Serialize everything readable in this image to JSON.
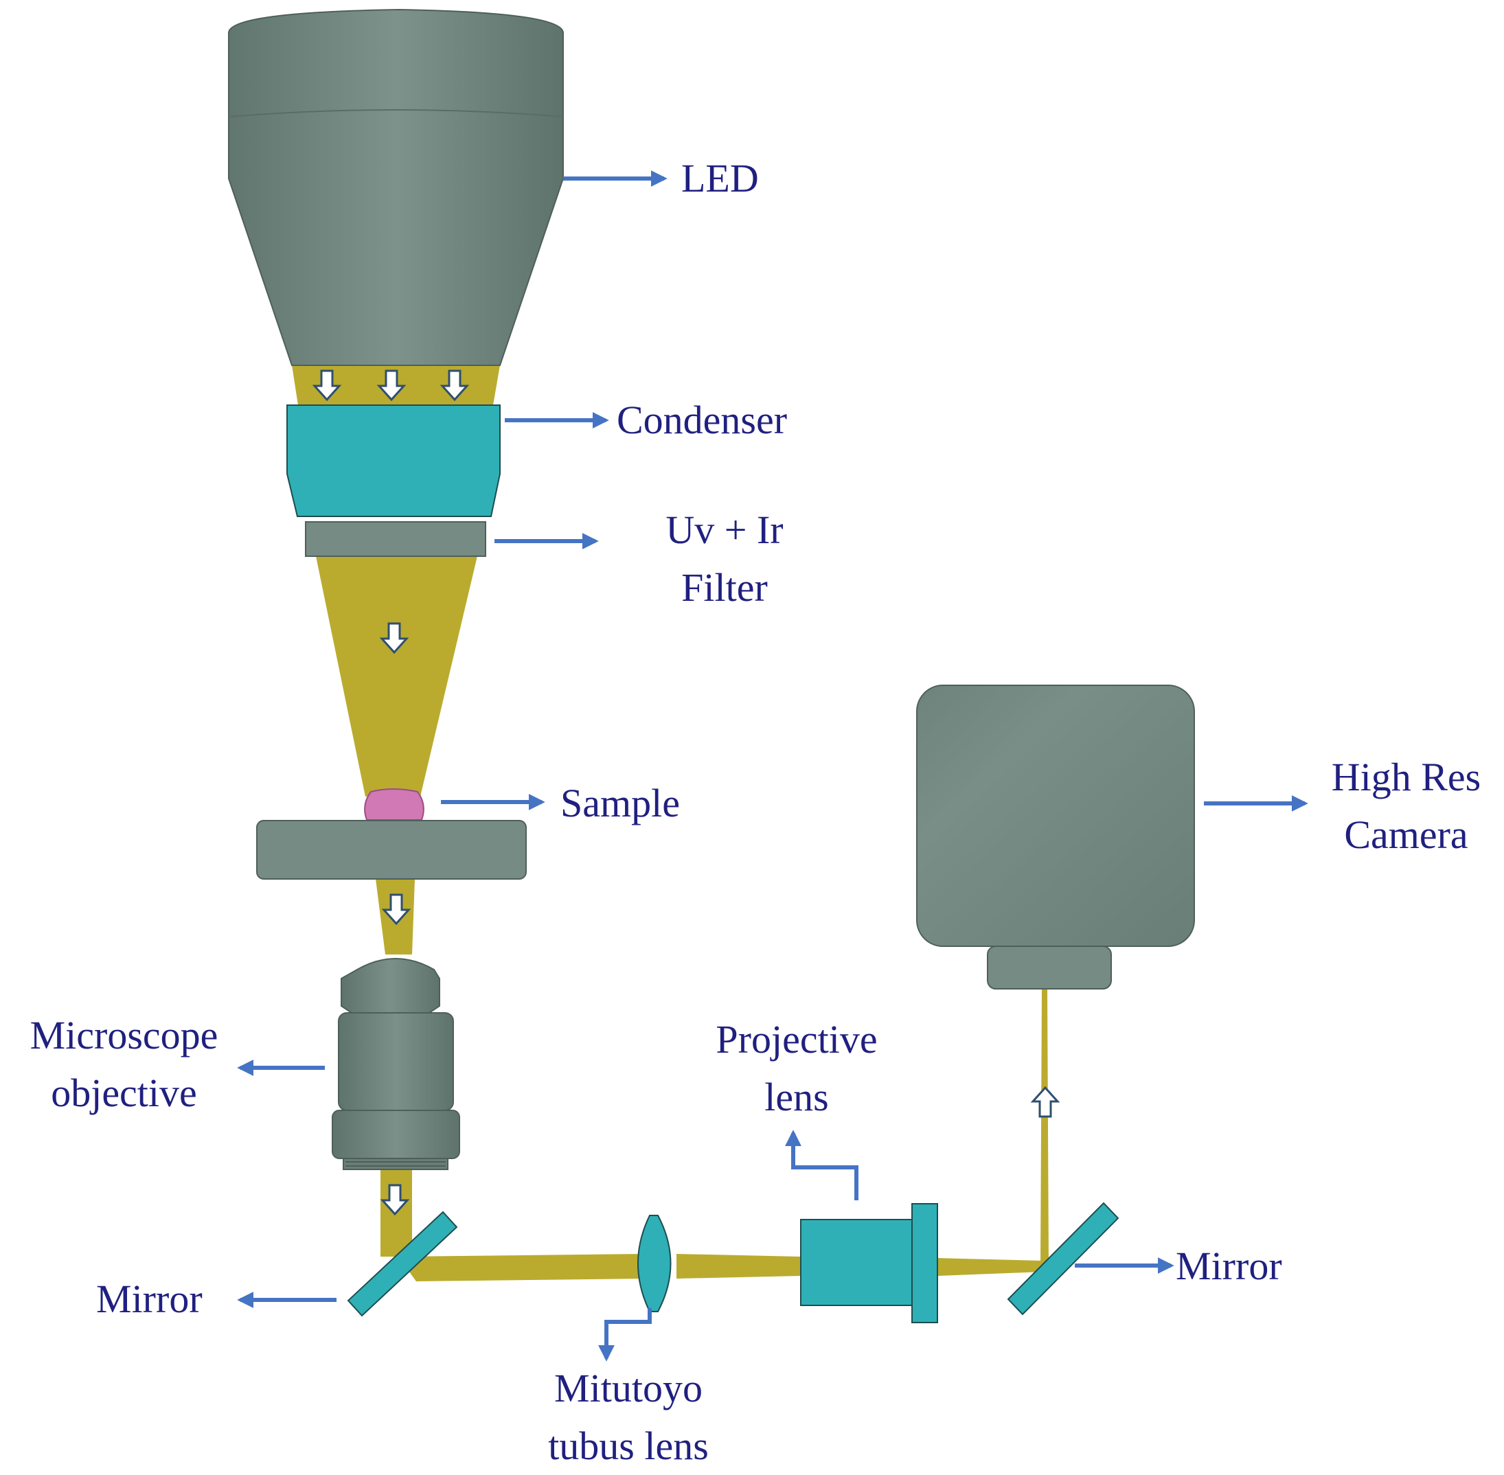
{
  "colors": {
    "housing": "#778b85",
    "housing_dark": "#5d6f6a",
    "beam": "#baab2f",
    "optic": "#2fb0b6",
    "sample": "#d079b5",
    "arrow": "#4574c4",
    "label": "#202080"
  },
  "labels": {
    "led": "LED",
    "condenser": "Condenser",
    "filter": [
      "Uv + Ir",
      "Filter"
    ],
    "sample": "Sample",
    "camera": [
      "High Res",
      "Camera"
    ],
    "objective": [
      "Microscope",
      "objective"
    ],
    "projective_lens": [
      "Projective",
      "lens"
    ],
    "mirror_left": "Mirror",
    "mirror_right": "Mirror",
    "tubus_lens": [
      "Mitutoyo",
      "tubus lens"
    ]
  }
}
